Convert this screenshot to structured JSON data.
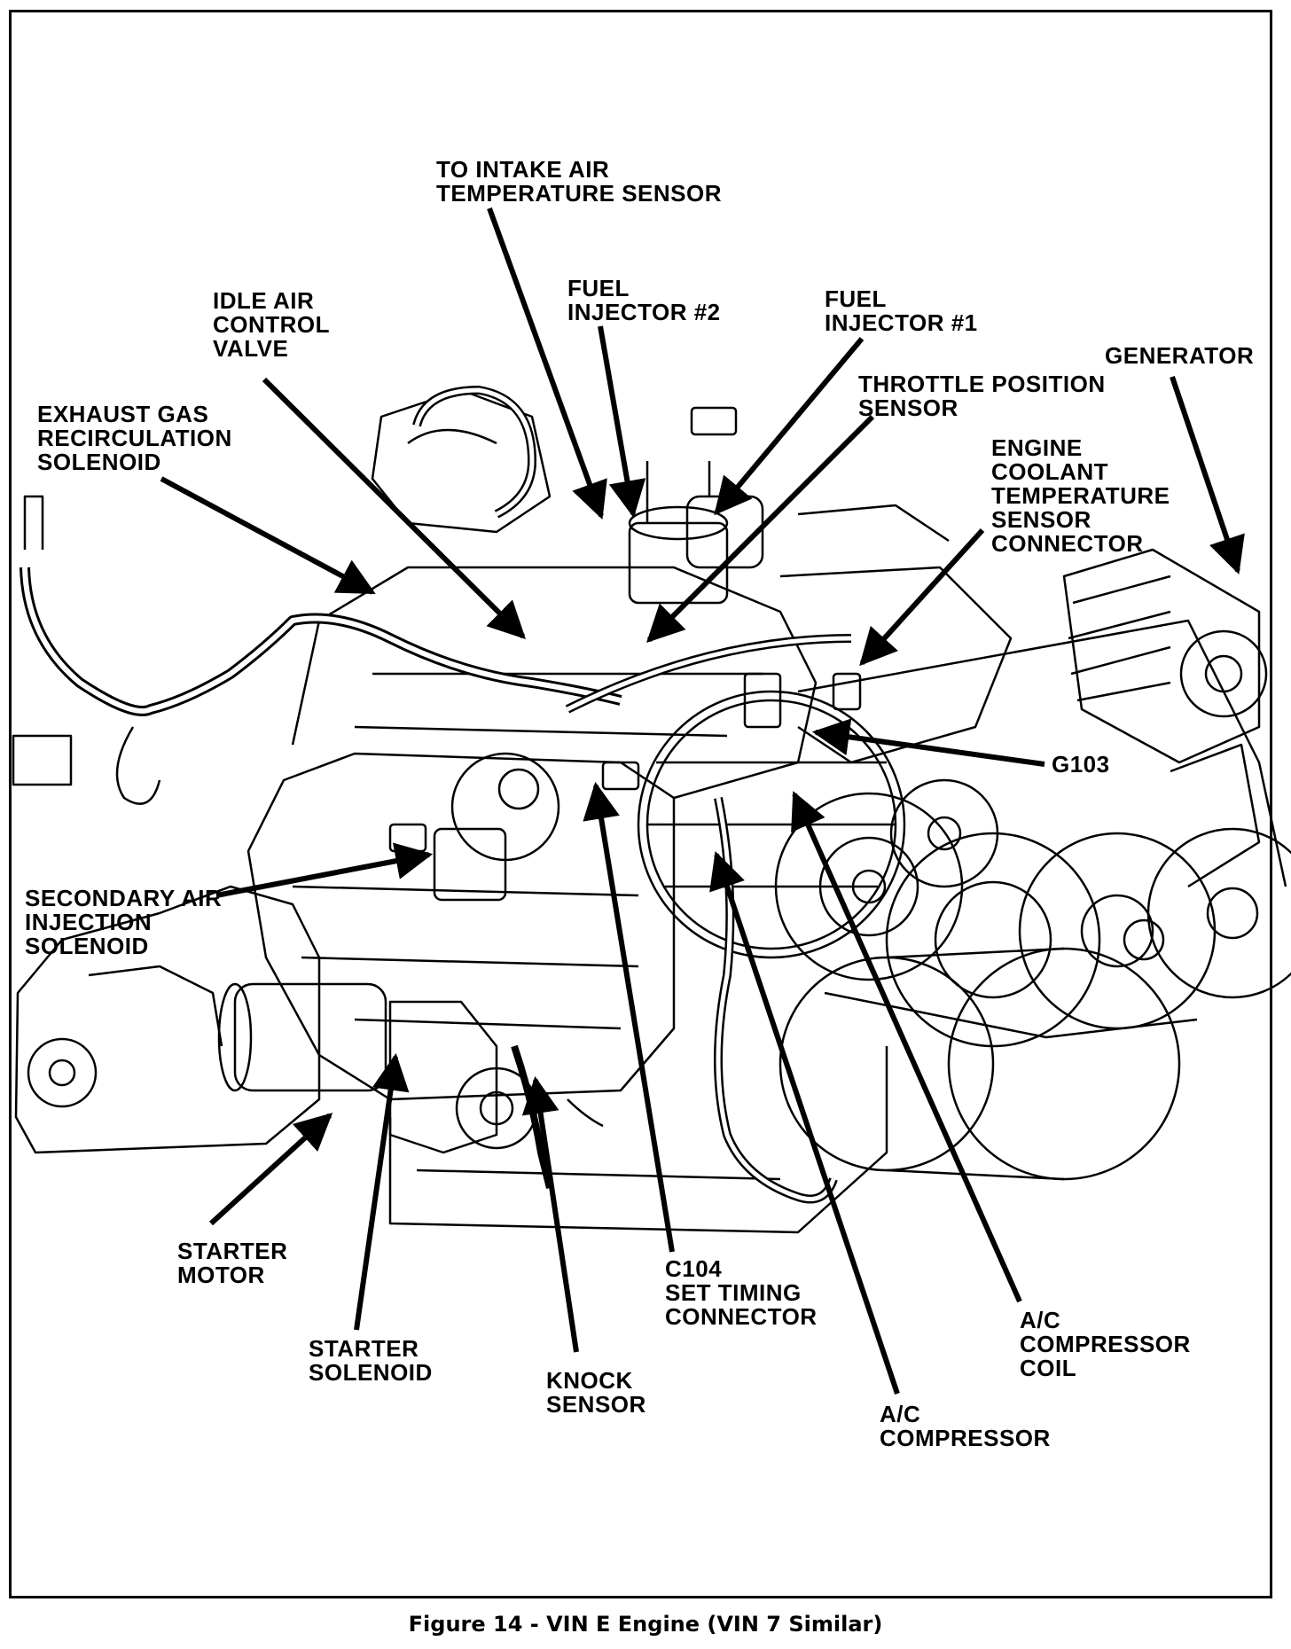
{
  "labels": {
    "intake_air_temp": "TO INTAKE AIR\nTEMPERATURE SENSOR",
    "fuel_injector_2": "FUEL\nINJECTOR #2",
    "fuel_injector_1": "FUEL\nINJECTOR #1",
    "idle_air_control": "IDLE AIR\nCONTROL\nVALVE",
    "throttle_position": "THROTTLE POSITION\nSENSOR",
    "generator": "GENERATOR",
    "egr_solenoid": "EXHAUST GAS\nRECIRCULATION\nSOLENOID",
    "coolant_temp": "ENGINE\nCOOLANT\nTEMPERATURE\nSENSOR\nCONNECTOR",
    "g103": "G103",
    "secondary_air": "SECONDARY AIR\nINJECTION\nSOLENOID",
    "starter_motor": "STARTER\nMOTOR",
    "c104": "C104\nSET TIMING\nCONNECTOR",
    "ac_coil": "A/C\nCOMPRESSOR\nCOIL",
    "starter_solenoid": "STARTER\nSOLENOID",
    "knock_sensor": "KNOCK\nSENSOR",
    "ac_compressor": "A/C\nCOMPRESSOR"
  },
  "caption": "Figure 14 - VIN E  Engine (VIN 7 Similar)"
}
